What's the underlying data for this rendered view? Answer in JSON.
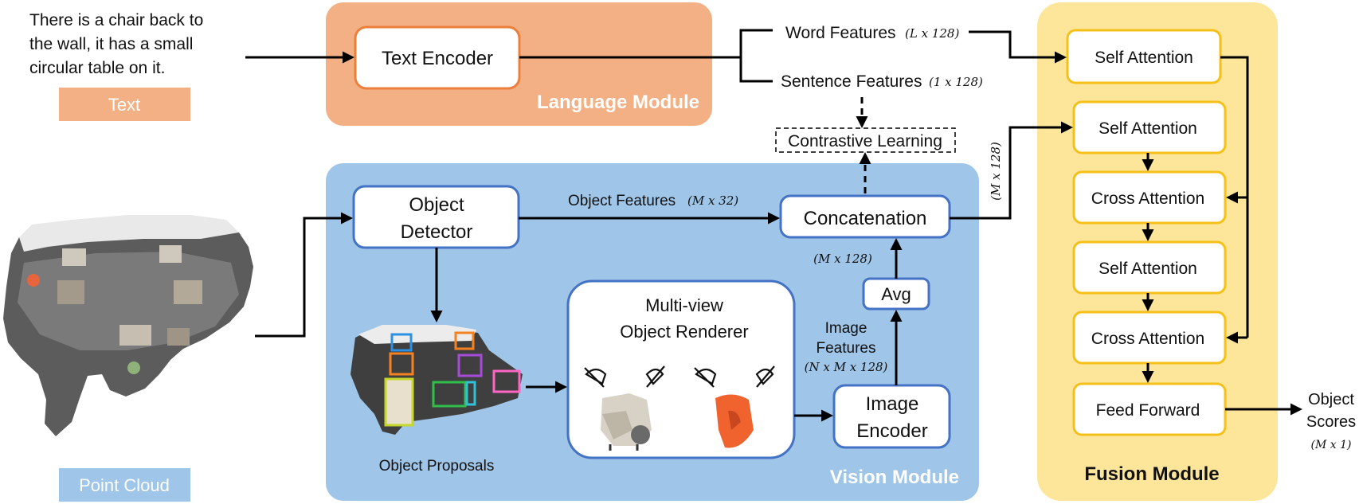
{
  "colors": {
    "language_bg": "#f2b084",
    "language_border": "#ec7f3b",
    "vision_bg": "#9fc5e8",
    "vision_border": "#4472c4",
    "fusion_bg": "#fde59a",
    "fusion_border": "#f5c01a",
    "text_tag_bg": "#f2b084",
    "pointcloud_tag_bg": "#9fc5e8"
  },
  "input_text": {
    "lines": [
      "There is a chair back to",
      "the wall, it has a small",
      "circular table on it."
    ],
    "tag": "Text"
  },
  "point_cloud": {
    "tag": "Point Cloud"
  },
  "language_module": {
    "title": "Language Module",
    "text_encoder": "Text Encoder"
  },
  "features": {
    "word": "Word Features",
    "word_dim": "(L x 128)",
    "sentence": "Sentence Features",
    "sentence_dim": "(1 x 128)"
  },
  "contrastive": "Contrastive Learning",
  "vision_module": {
    "title": "Vision Module",
    "object_detector": [
      "Object",
      "Detector"
    ],
    "object_features": "Object Features",
    "object_features_dim": "(M x 32)",
    "concatenation": "Concatenation",
    "concat_dim": "(M x 128)",
    "avg": "Avg",
    "renderer": [
      "Multi-view",
      "Object Renderer"
    ],
    "image_features": [
      "Image",
      "Features"
    ],
    "image_features_dim": "(N x M x 128)",
    "image_encoder": [
      "Image",
      "Encoder"
    ],
    "object_proposals": "Object Proposals"
  },
  "fusion_input_dim": "(M x 128)",
  "fusion_module": {
    "title": "Fusion Module",
    "blocks": [
      "Self Attention",
      "Self Attention",
      "Cross Attention",
      "Self Attention",
      "Cross Attention",
      "Feed Forward"
    ]
  },
  "output": {
    "label": [
      "Object",
      "Scores"
    ],
    "dim": "(M x 1)"
  }
}
